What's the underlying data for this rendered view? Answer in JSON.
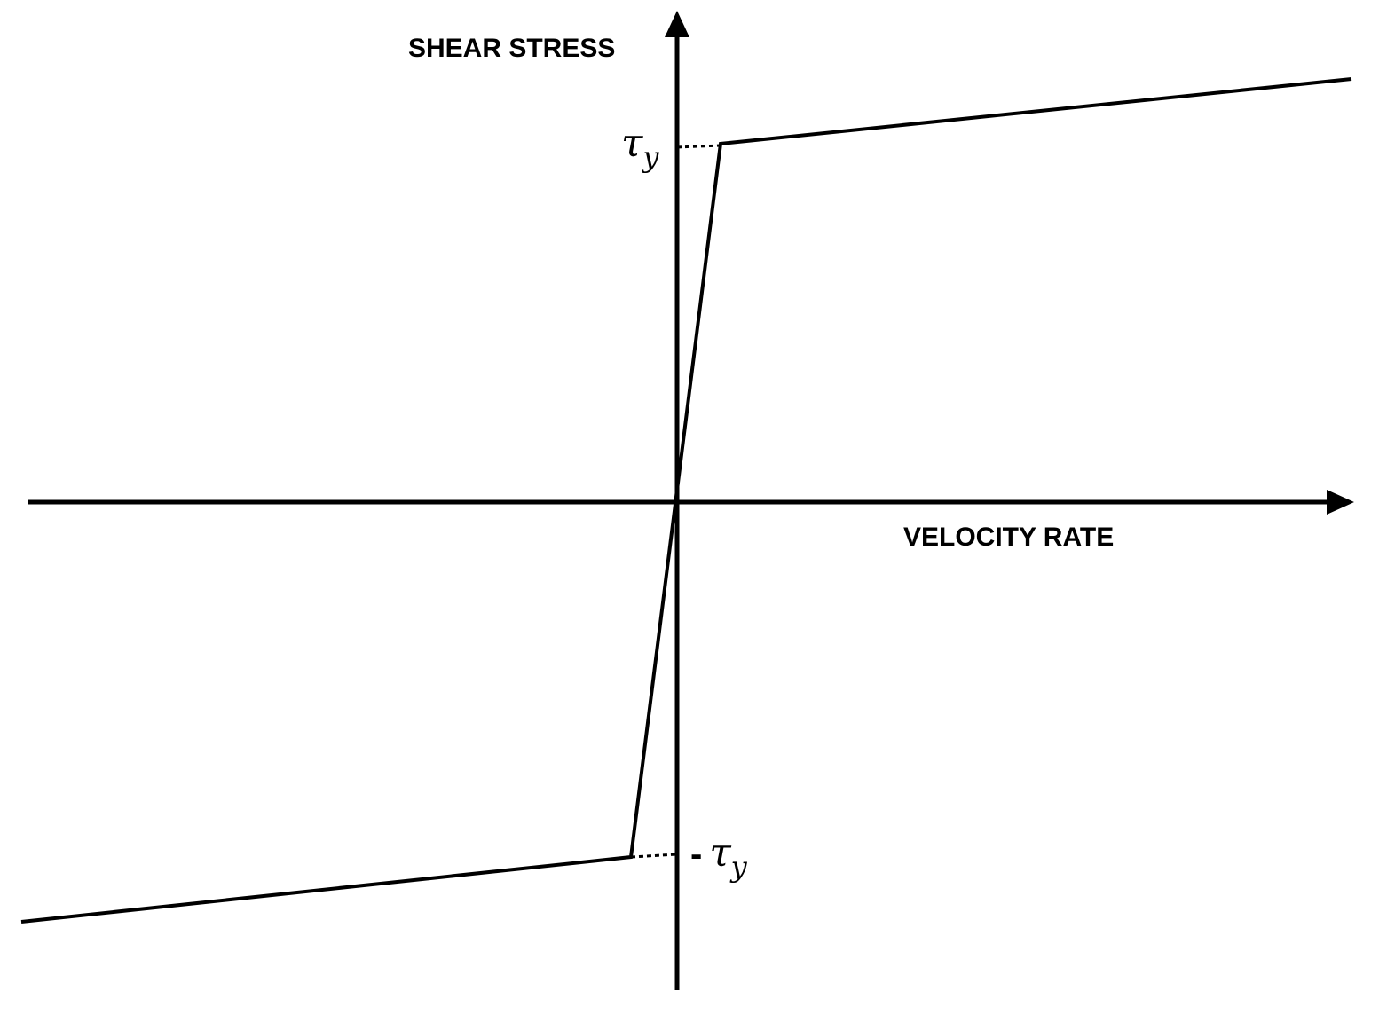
{
  "diagram": {
    "y_axis_title": "SHEAR STRESS",
    "x_axis_title": "VELOCITY RATE",
    "yield_symbol": "τ",
    "yield_subscript": "y",
    "negative_sign": "-",
    "colors": {
      "background": "#ffffff",
      "ink": "#000000"
    }
  }
}
